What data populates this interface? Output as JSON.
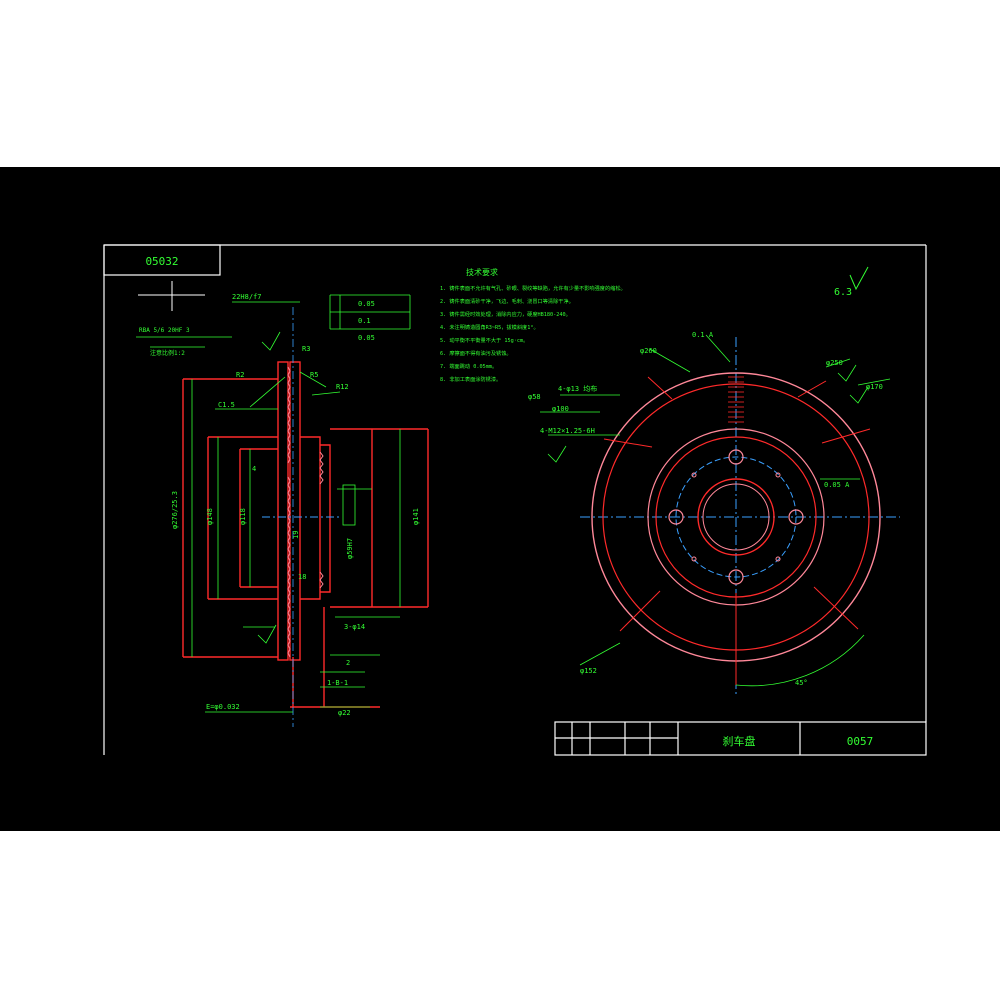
{
  "colors": {
    "background": "#000000",
    "frame": "#ffffff",
    "outline": "#ff2a2a",
    "dimension": "#33ff33",
    "centerline": "#3aa0ff",
    "pink": "#ff8899"
  },
  "drawing": {
    "part_code": "05032",
    "part_code_right": "0057",
    "title_cell": "刹车盘",
    "roughness_symbol": "6.3",
    "notes_title": "技术要求",
    "notes": [
      "1. 铸件表面不允许有气孔、砂眼、裂纹等缺陷，允许有少量不影响强度的缩松。",
      "2. 铸件表面清砂干净，飞边、毛刺、浇冒口等清除干净。",
      "3. 铸件需经时效处理，消除内应力，硬度HB180-240。",
      "4. 未注明铸造圆角R3~R5，拔模斜度1°。",
      "5. 动平衡不平衡量不大于 15g·cm。",
      "6. 摩擦面不得有油污及锈蚀。",
      "7. 端面跳动 0.05mm。",
      "8. 非加工表面涂防锈漆。"
    ],
    "side_dims": {
      "d_outer": "φ276/25.3",
      "d_hub": "φ148",
      "d_bore": "φ118",
      "d_face": "φ141",
      "top_fit": "22H8/f7",
      "tol1": "0.05",
      "tol2": "0.1",
      "tol3": "0.05",
      "dim_r2": "R2",
      "dim_c15": "C1.5",
      "dim_r12": "R12",
      "dim_r3": "R3",
      "dim_r5": "R5",
      "dim_4": "4",
      "dim_19": "19",
      "dim_18": "18",
      "dim_5h7": "φ59H7",
      "bottom_1": "3-φ14",
      "bottom_2": "2",
      "bottom_3": "1-B-1",
      "bottom_4": "E=φ0.032",
      "bottom_5": "φ22",
      "left_label_1": "RBA 5/6 20HF 3",
      "left_label_2": "注意比例1:2"
    },
    "front_dims": {
      "d_260": "φ260",
      "d_250": "φ250",
      "d_170": "φ170",
      "d_152": "φ152",
      "tol_a": "0.1 A",
      "hole_note": "4-φ13 均布",
      "pcd": "φ100",
      "thread": "4-M12×1.25-6H",
      "angle": "45°",
      "small_a": "0.05 A",
      "dim_58": "φ58"
    }
  }
}
